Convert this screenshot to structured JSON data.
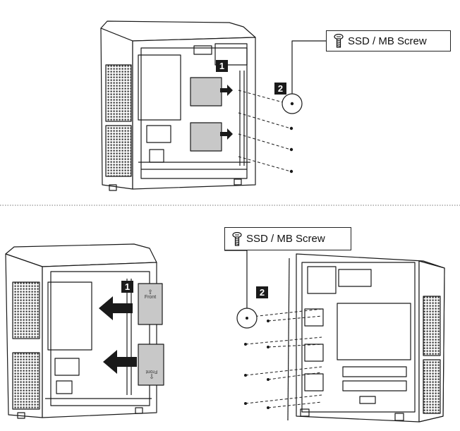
{
  "top_panel": {
    "callout_label": "SSD / MB Screw",
    "step_a": "1",
    "step_b": "2"
  },
  "bottom_panel": {
    "callout_label": "SSD / MB Screw",
    "step_a": "1",
    "step_b": "2",
    "tray_upper_text": "Front",
    "tray_lower_text": "Front",
    "arrow_up": "⇧",
    "arrow_down": "⇩"
  },
  "icons": [
    "screw-icon",
    "screw-icon"
  ],
  "colors": {
    "ink": "#1a1a1a",
    "tray_fill": "#c8c8c8",
    "divider": "#777777"
  }
}
